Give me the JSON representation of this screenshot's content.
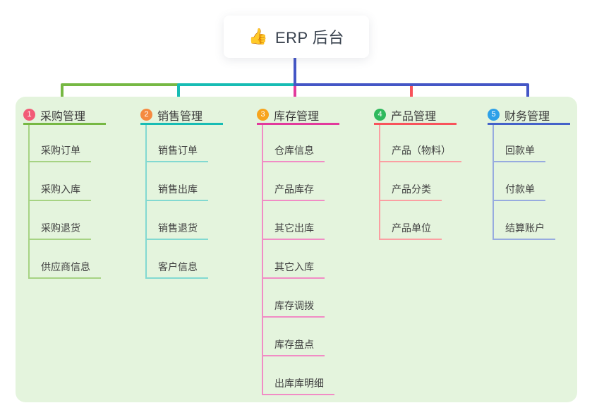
{
  "root": {
    "icon": "👍",
    "label": "ERP 后台"
  },
  "colors": {
    "canvas_bg": "#e4f4dd",
    "root_drop": "#4456c6",
    "root_text": "#39424e"
  },
  "branches": [
    {
      "badge": "1",
      "title": "采购管理",
      "badge_color": "#f25c77",
      "line_color": "#76b843",
      "child_line_color": "#a6d383",
      "children": [
        "采购订单",
        "采购入库",
        "采购退货",
        "供应商信息"
      ]
    },
    {
      "badge": "2",
      "title": "销售管理",
      "badge_color": "#f58a3f",
      "line_color": "#17bcb4",
      "child_line_color": "#82d9d1",
      "children": [
        "销售订单",
        "销售出库",
        "销售退货",
        "客户信息"
      ]
    },
    {
      "badge": "3",
      "title": "库存管理",
      "badge_color": "#f7a41d",
      "line_color": "#e23a9c",
      "child_line_color": "#f18cc5",
      "children": [
        "仓库信息",
        "产品库存",
        "其它出库",
        "其它入库",
        "库存调拨",
        "库存盘点",
        "出库库明细"
      ]
    },
    {
      "badge": "4",
      "title": "产品管理",
      "badge_color": "#2eb95c",
      "line_color": "#f8535b",
      "child_line_color": "#fb9fa2",
      "children": [
        "产品（物料）",
        "产品分类",
        "产品单位"
      ]
    },
    {
      "badge": "5",
      "title": "财务管理",
      "badge_color": "#2da0e8",
      "line_color": "#4462c9",
      "child_line_color": "#97abdf",
      "children": [
        "回款单",
        "付款单",
        "结算账户"
      ]
    }
  ]
}
